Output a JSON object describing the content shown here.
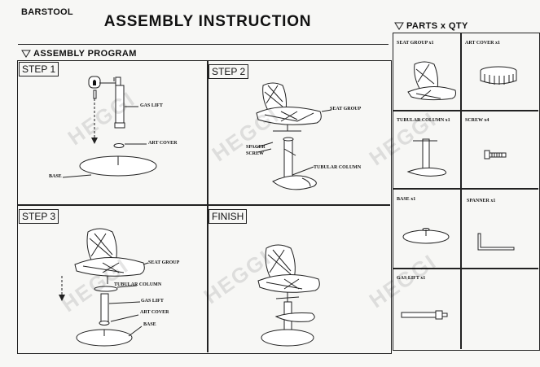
{
  "header": {
    "brand_label": "BARSTOOL",
    "title": "ASSEMBLY INSTRUCTION"
  },
  "assembly_program": {
    "heading": "ASSEMBLY PROGRAM",
    "steps": [
      {
        "label": "STEP 1",
        "callouts": [
          "GAS LIFT",
          "ART COVER",
          "BASE"
        ]
      },
      {
        "label": "STEP 2",
        "callouts": [
          "SEAT GROUP",
          "SPACER",
          "SCREW",
          "TUBULAR COLUMN"
        ]
      },
      {
        "label": "STEP 3",
        "callouts": [
          "SEAT GROUP",
          "TUBULAR COLUMN",
          "GAS LIFT",
          "ART COVER",
          "BASE"
        ]
      },
      {
        "label": "FINISH",
        "callouts": []
      }
    ]
  },
  "parts": {
    "heading": "PARTS x QTY",
    "items": [
      {
        "name": "SEAT GROUP",
        "qty": "x1"
      },
      {
        "name": "ART COVER",
        "qty": "x1"
      },
      {
        "name": "TUBULAR COLUMN",
        "qty": "x1"
      },
      {
        "name": "SCREW",
        "qty": "x4"
      },
      {
        "name": "BASE",
        "qty": "x1"
      },
      {
        "name": "SPANNER",
        "qty": "x1"
      },
      {
        "name": "GAS LIFT",
        "qty": "x1"
      },
      {
        "name": "",
        "qty": ""
      }
    ]
  },
  "watermark": "HEGGI"
}
